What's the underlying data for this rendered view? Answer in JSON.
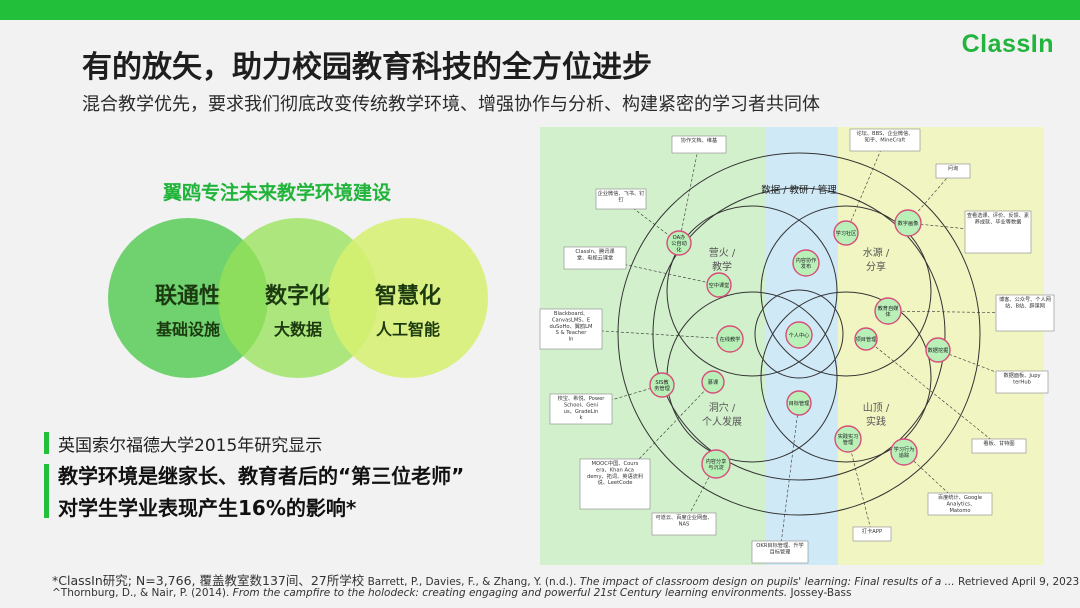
{
  "brand": {
    "logo_text": "ClassIn"
  },
  "title": "有的放矢，助力校园教育科技的全方位进步",
  "subtitle": "混合教学优先，要求我们彻底改变传统教学环境、增强协作与分析、构建紧密的学习者共同体",
  "venn": {
    "heading": "翼鸥专注未来教学环境建设",
    "circles": [
      {
        "main": "联通性",
        "sub": "基础设施"
      },
      {
        "main": "数字化",
        "sub": "大数据"
      },
      {
        "main": "智慧化",
        "sub": "人工智能"
      }
    ]
  },
  "stat": {
    "line1": "英国索尔福德大学2015年研究显示",
    "line2": "教学环境是继家长、教育者后的“第三位老师”",
    "line3": "对学生学业表现产生16%的影响*"
  },
  "footnotes": {
    "fn1_main": "*ClassIn研究; N=3,766, 覆盖教室数137间、27所学校",
    "fn1_authors": " Barrett, P., Davies, F., & Zhang, Y. (n.d.). ",
    "fn1_italic": "The impact of classroom design on pupils' learning: Final results of a ...",
    "fn1_tail": " Retrieved April 9, 2023",
    "fn2_authors": "^Thornburg, D., & Nair, P. (2014). ",
    "fn2_italic": "From the campfire to the holodeck: creating engaging and powerful 21st Century learning environments.",
    "fn2_tail": " Jossey-Bass"
  },
  "diagram": {
    "colors": {
      "green": "#d2f0cc",
      "blue": "#cfe9f7",
      "yellow": "#f1f5c2",
      "node_fill": "#b8f0b8",
      "node_border": "#d84c7a"
    },
    "outer_label": "数据 / 教研 / 管理",
    "quadrants": [
      "营火 / 教学",
      "水源 / 分享",
      "洞穴 / 个人发展",
      "山顶 / 实践"
    ],
    "nodes": [
      "OA办公自动化",
      "内容协作发布",
      "学习社区",
      "数字画像",
      "空中课堂",
      "个人中心",
      "教育自媒体",
      "在线教学",
      "项目管理",
      "数据挖掘",
      "SIS教务管理",
      "慕课",
      "目标管理",
      "实践实习管理",
      "学习行为追踪",
      "内容分享与沉淀"
    ],
    "boxes": [
      "协作文档、维基",
      "论坛、BBS、企业微信、知乎、MineCraft",
      "问询",
      "企业微信、飞书、钉钉",
      "查看选课、评价、反馈、素养成就、毕业等数据",
      "ClassIn、腾讯课堂、电视云课堂",
      "博客、公众号、个人网站、B站、辟课网",
      "Blackboard、CanvasLMS、EduSoHo、翼鸥LMS & TeacherIn",
      "数据面板、JupyterHub",
      "校宝、希悦、PowerSchool、Genius、GradeLink",
      "看板、甘特图",
      "MOOC中国、Coursera、Khan Academy、拓词、英语流利说、LeetCode",
      "百度统计、Google Analytics、Matomo",
      "可道云、百度企业网盘、NAS",
      "打卡APP",
      "OKR目标管理、升学目标管理"
    ]
  }
}
